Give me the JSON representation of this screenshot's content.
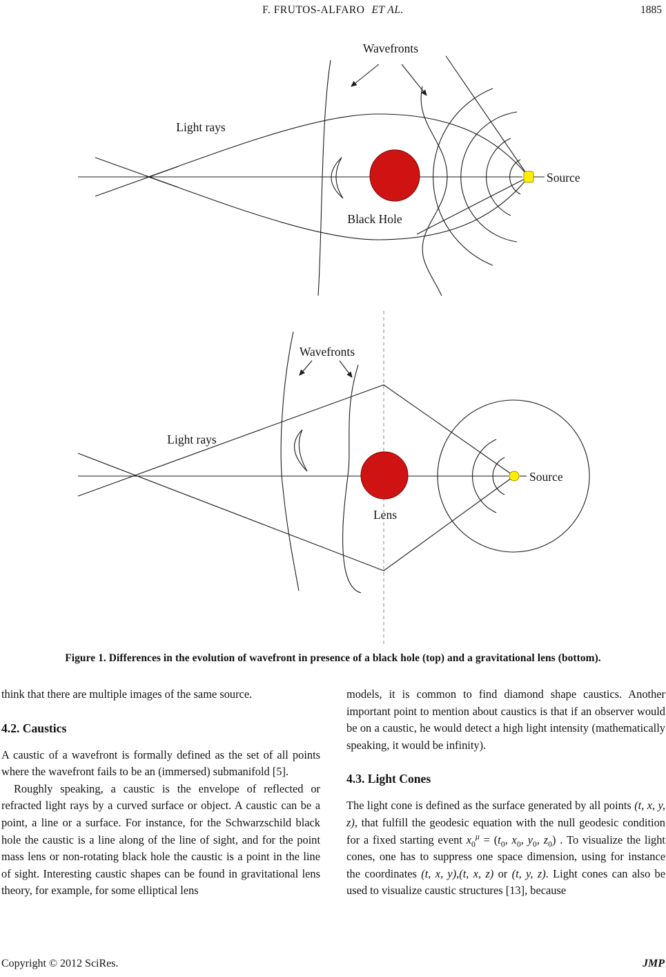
{
  "header": {
    "authors": "F. FRUTOS-ALFARO",
    "etal": "ET  AL.",
    "page_number": "1885"
  },
  "figure": {
    "caption": "Figure 1. Differences in the evolution of wavefront in presence of a black hole (top) and a gravitational lens (bottom).",
    "top": {
      "wavefronts_label": "Wavefronts",
      "light_rays_label": "Light rays",
      "black_hole_label": "Black Hole",
      "source_label": "Source"
    },
    "bottom": {
      "wavefronts_label": "Wavefronts",
      "light_rays_label": "Light rays",
      "lens_label": "Lens",
      "source_label": "Source"
    },
    "colors": {
      "line": "#1a1a1a",
      "black_hole": "#cf1212",
      "lens": "#cf1212",
      "source_fill": "#ffef00",
      "source_stroke": "#a09000",
      "dashed_axis": "#888888"
    }
  },
  "columns": {
    "left": {
      "para1": "think that there are multiple images of the same source.",
      "heading": "4.2. Caustics",
      "para2": "A caustic of a wavefront is formally defined as the set of all points where the wavefront fails to be an (immersed) submanifold [5].",
      "para3": "Roughly speaking, a caustic is the envelope of reflected or refracted light rays by a curved surface or object. A caustic can be a point, a line or a surface. For instance, for the Schwarzschild black hole the caustic is a line along of the line of sight, and for the point mass lens or non-rotating black hole the caustic is a point in the line of sight. Interesting caustic shapes can be found in gravitational lens theory, for example, for some elliptical lens"
    },
    "right": {
      "para1": "models, it is common to find diamond shape caustics. Another important point to mention about caustics is that if an observer would be on a caustic, he would detect a high light intensity (mathematically speaking, it would be infinity).",
      "heading": "4.3. Light Cones",
      "para2_runs": [
        {
          "t": "The light cone is defined as the surface generated by all points "
        },
        {
          "t": "(t, x, y, z)",
          "i": true
        },
        {
          "t": ", that fulfill the geodesic equation with the null geodesic condition for a fixed starting event "
        },
        {
          "t": "x",
          "i": true
        },
        {
          "t": "0",
          "sub": true
        },
        {
          "t": "μ",
          "i": true,
          "sup": true
        },
        {
          "t": " = ("
        },
        {
          "t": "t",
          "i": true
        },
        {
          "t": "0",
          "sub": true
        },
        {
          "t": ", "
        },
        {
          "t": "x",
          "i": true
        },
        {
          "t": "0",
          "sub": true
        },
        {
          "t": ", "
        },
        {
          "t": "y",
          "i": true
        },
        {
          "t": "0",
          "sub": true
        },
        {
          "t": ", "
        },
        {
          "t": "z",
          "i": true
        },
        {
          "t": "0",
          "sub": true
        },
        {
          "t": ") . To visualize the light cones, one has to suppress one space dimension, using for instance the coordinates "
        },
        {
          "t": "(t, x, y),(t, x, z)",
          "i": true
        },
        {
          "t": " or "
        },
        {
          "t": "(t, y, z)",
          "i": true
        },
        {
          "t": ". Light cones can also be used to visualize caustic structures [13], because"
        }
      ]
    }
  },
  "footer": {
    "copyright": "Copyright © 2012 SciRes.",
    "journal": "JMP"
  }
}
